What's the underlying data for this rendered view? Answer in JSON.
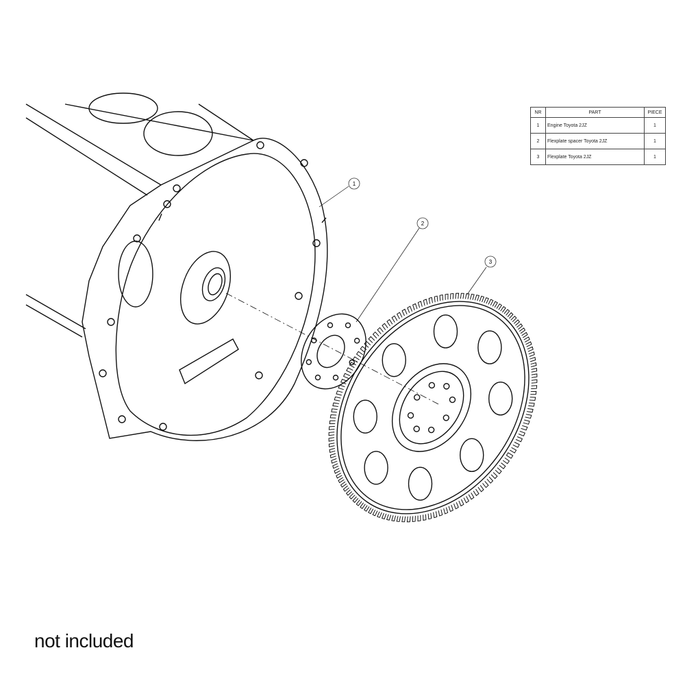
{
  "table": {
    "headers": [
      "NR",
      "PART",
      "PIECE"
    ],
    "rows": [
      {
        "nr": "1",
        "part": "Engine Toyota 2JZ",
        "piece": "1"
      },
      {
        "nr": "2",
        "part": "Flexplate spacer Toyota 2JZ",
        "piece": "1"
      },
      {
        "nr": "3",
        "part": "Flexplate Toyota 2JZ",
        "piece": "1"
      }
    ]
  },
  "balloons": [
    "1",
    "2",
    "3"
  ],
  "note": "not included"
}
